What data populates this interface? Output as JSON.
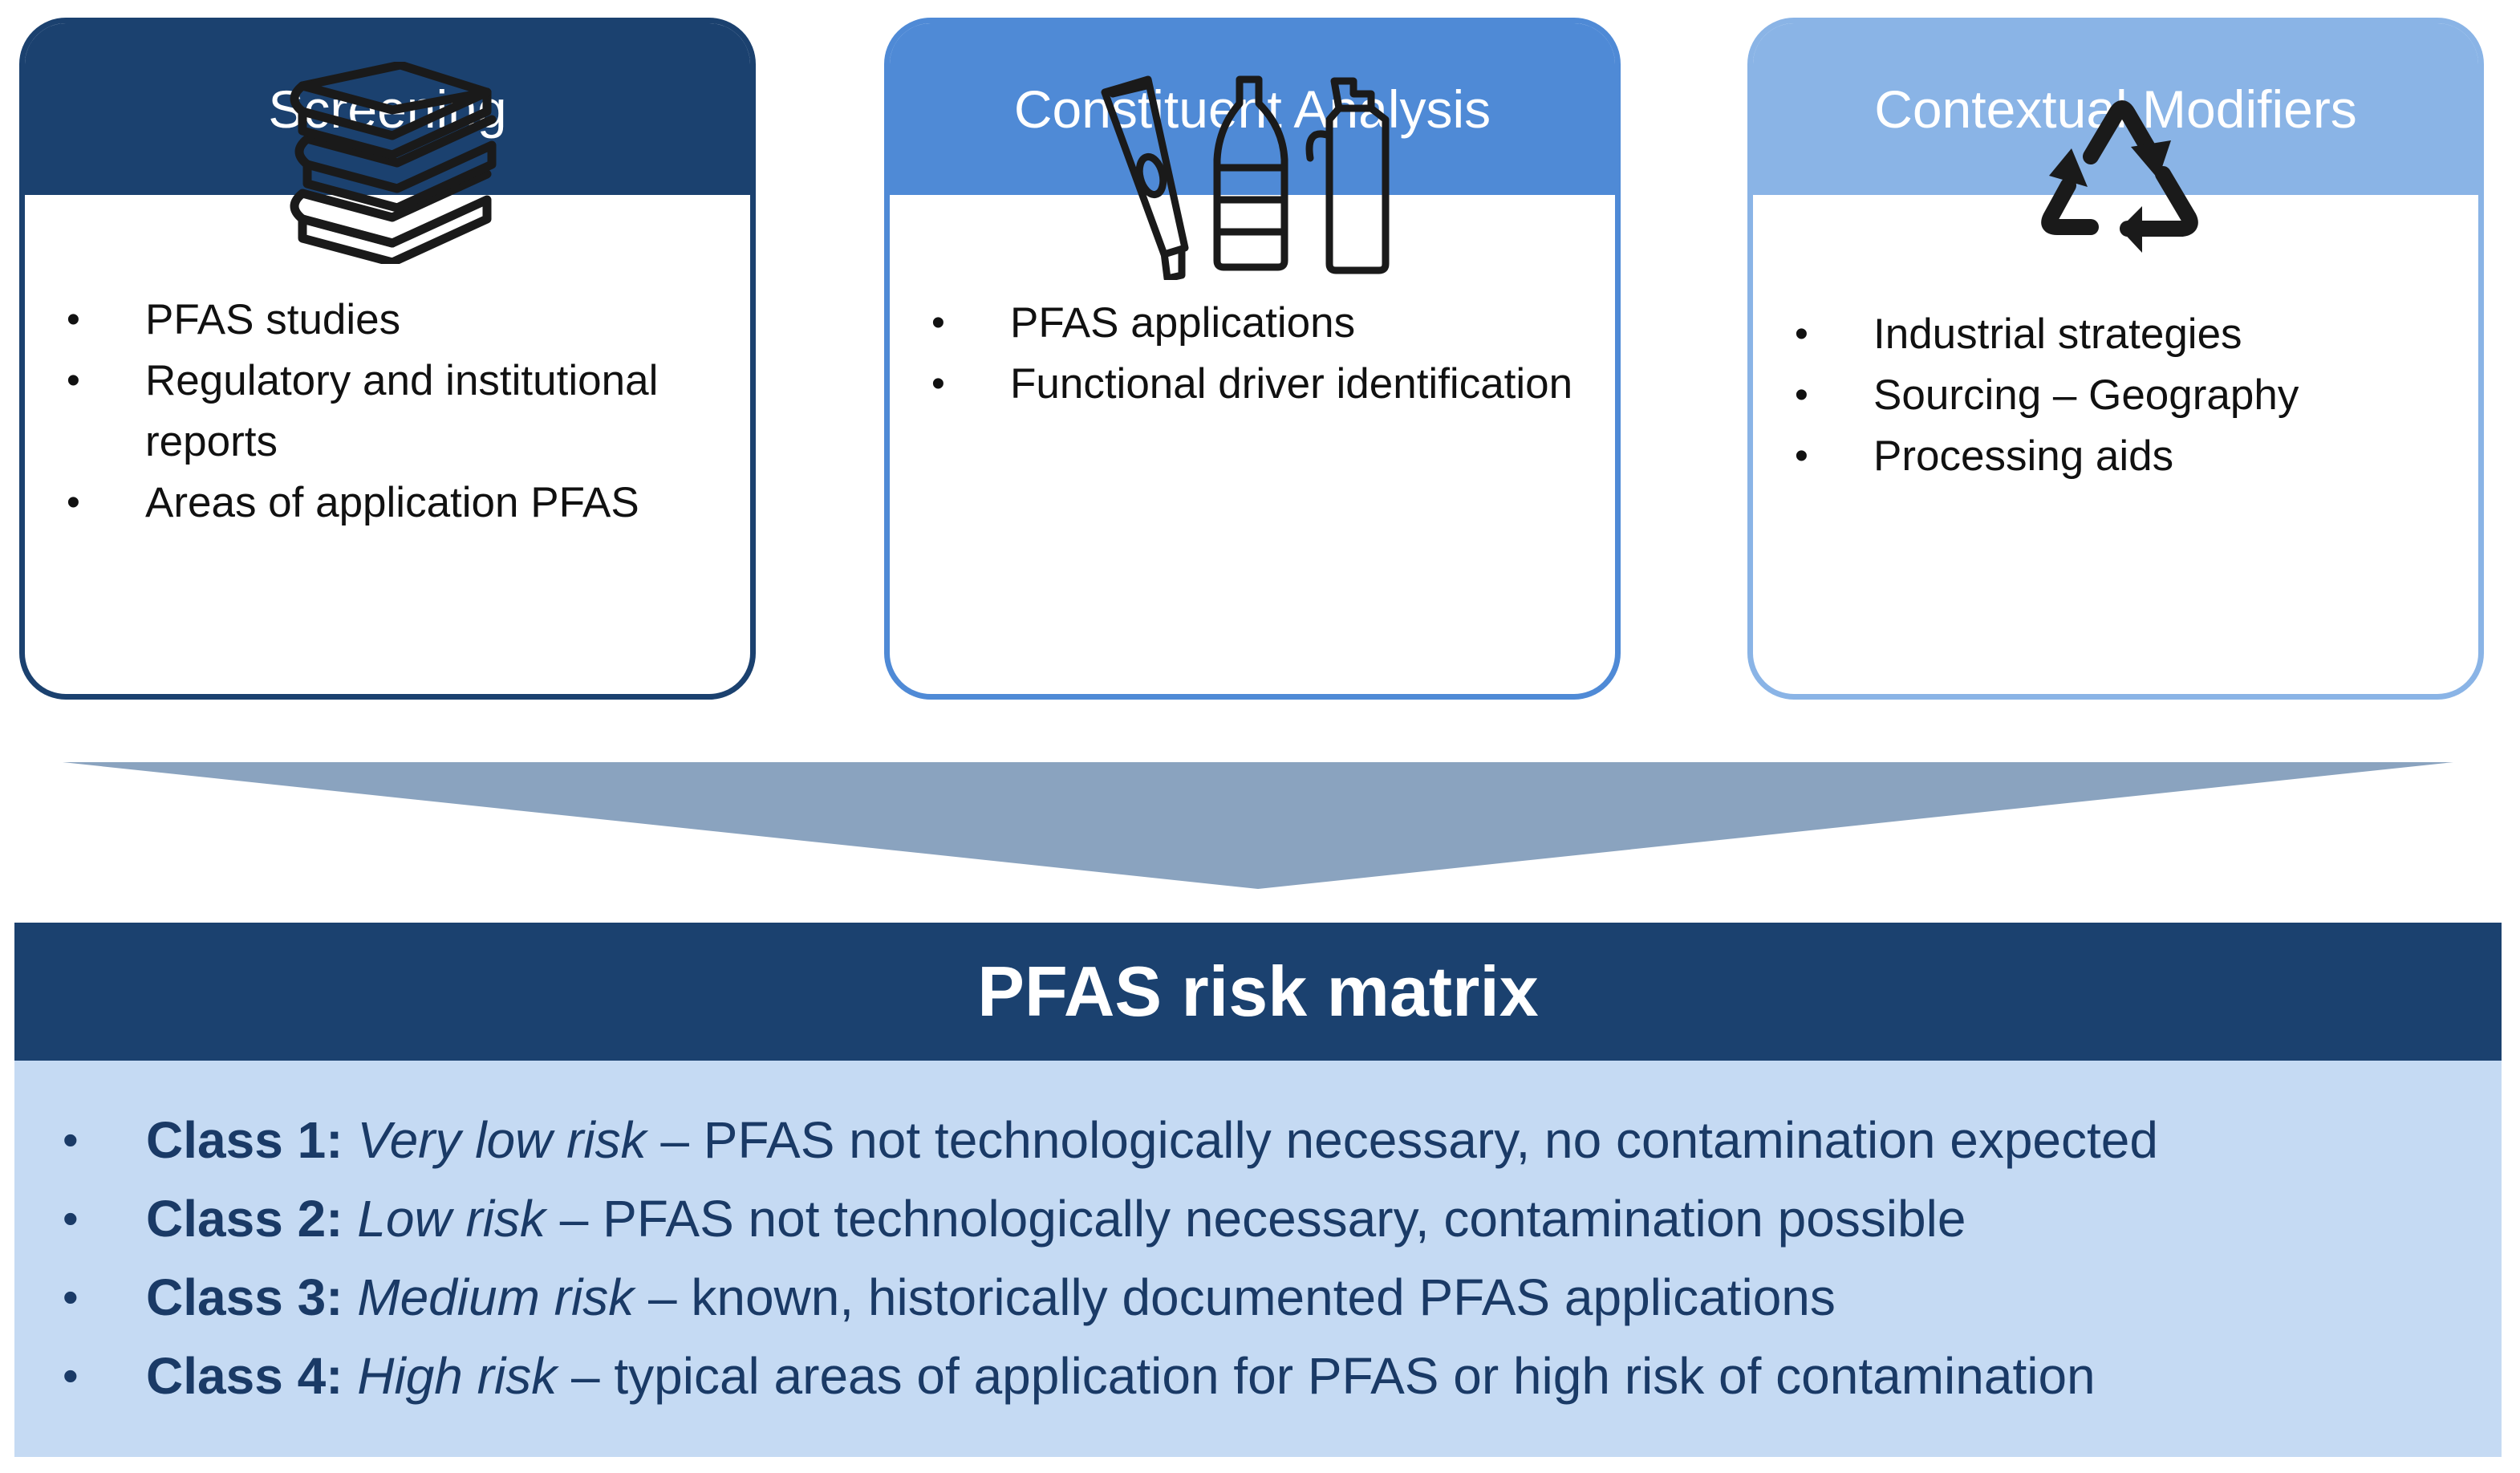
{
  "cards": [
    {
      "title": "Screening",
      "icon": "books-stack-icon",
      "items": [
        "PFAS studies",
        "Regulatory and institutional reports",
        "Areas of application PFAS"
      ]
    },
    {
      "title": "Constituent Analysis",
      "icon": "tube-bottle-flask-icon",
      "items": [
        "PFAS applications",
        "Functional driver identification"
      ]
    },
    {
      "title": "Contextual Modifiers",
      "icon": "recycle-icon",
      "items": [
        "Industrial strategies",
        "Sourcing – Geography",
        "Processing aids"
      ]
    }
  ],
  "matrix": {
    "title": "PFAS risk matrix",
    "classes": [
      {
        "label": "Class 1:",
        "risk": "Very low risk",
        "desc": " – PFAS not technologically necessary, no contamination expected"
      },
      {
        "label": "Class 2:",
        "risk": "Low risk",
        "desc": " – PFAS not technologically necessary, contamination possible"
      },
      {
        "label": "Class 3:",
        "risk": "Medium risk",
        "desc": " – known, historically documented PFAS applications"
      },
      {
        "label": "Class 4:",
        "risk": "High risk",
        "desc": " – typical areas of application for PFAS or high risk of contamination"
      }
    ]
  },
  "colors": {
    "dark_navy": "#1b416f",
    "medium_blue": "#4f8ad6",
    "light_blue": "#8ab4e6",
    "arrow_gray_blue": "#8aa3bf",
    "matrix_body_bg": "#c5daf3",
    "matrix_text": "#1a3a66"
  }
}
